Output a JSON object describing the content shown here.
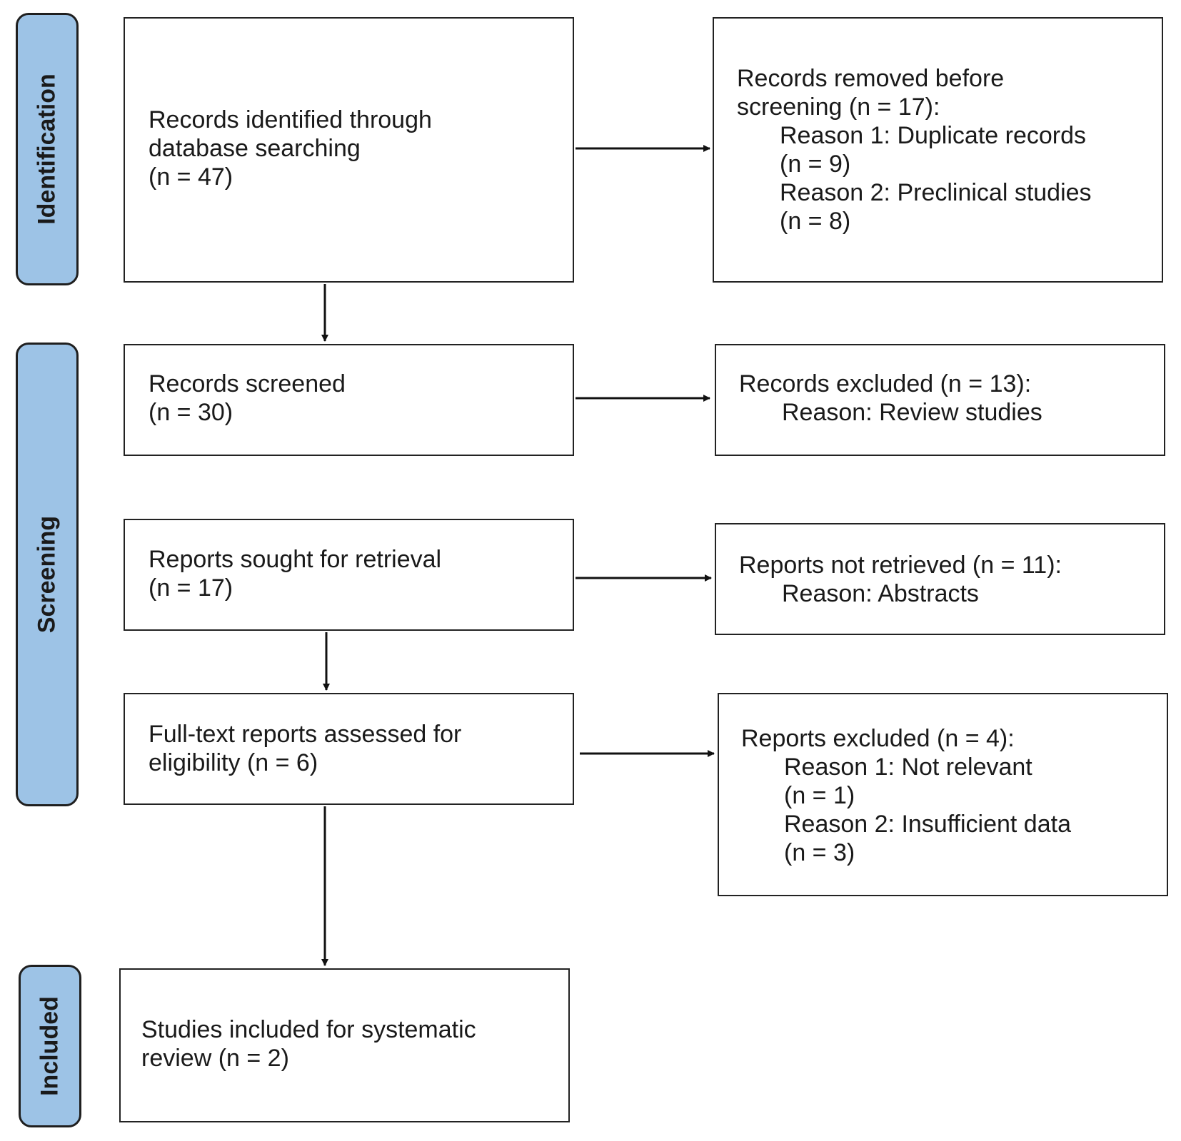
{
  "phases": {
    "identification": "Identification",
    "screening": "Screening",
    "included": "Included"
  },
  "identified": {
    "line1": "Records identified through",
    "line2": "database searching",
    "line3": "(n = 47)"
  },
  "removed": {
    "line1": "Records removed before",
    "line2": "screening (n = 17):",
    "reason1": "Reason 1: Duplicate records",
    "reason1_n": "(n = 9)",
    "reason2": "Reason 2: Preclinical studies",
    "reason2_n": "(n = 8)"
  },
  "screened": {
    "line1": "Records screened",
    "line2": "(n = 30)"
  },
  "excluded": {
    "line1": "Records excluded (n = 13):",
    "reason": "Reason: Review studies"
  },
  "sought": {
    "line1": "Reports sought for retrieval",
    "line2": "(n = 17)"
  },
  "not_retrieved": {
    "line1": "Reports not retrieved (n = 11):",
    "reason": "Reason: Abstracts"
  },
  "assessed": {
    "line1": "Full-text reports assessed for",
    "line2": "eligibility (n = 6)"
  },
  "reports_excluded": {
    "line1": "Reports excluded (n = 4):",
    "reason1": "Reason 1: Not relevant",
    "reason1_n": "(n = 1)",
    "reason2": "Reason 2: Insufficient data",
    "reason2_n": "(n = 3)"
  },
  "included": {
    "line1": "Studies included for systematic",
    "line2": "review (n = 2)"
  },
  "colors": {
    "phase_fill": "#9dc3e6",
    "border": "#222222"
  }
}
